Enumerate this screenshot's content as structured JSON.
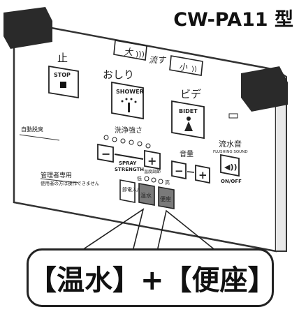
{
  "model": "CW-PA11 型",
  "buttons": {
    "big": "大",
    "flush": "流す",
    "small": "小",
    "stop_jp": "止",
    "stop_en": "STOP",
    "shower_jp": "おしり",
    "shower_en": "SHOWER",
    "bidet_jp": "ビデ",
    "bidet_en": "BIDET",
    "strength_jp": "洗浄強さ",
    "strength_en_1": "SPRAY",
    "strength_en_2": "STRENGTH",
    "volume_jp": "音量",
    "sound_jp": "流水音",
    "sound_en": "FLUSHING SOUND",
    "sound_onoff": "ON/OFF",
    "minus": "−",
    "plus": "+",
    "auto_deodor": "自動脱臭",
    "admin_1": "管理者専用",
    "admin_2": "使用者の方は操作できません",
    "admin_btn": "節電入/切",
    "warm_water": "温水",
    "seat": "便座",
    "temp_low": "低",
    "temp_high": "高",
    "temp_label": "温度調節"
  },
  "callout": "【温水】+【便座】",
  "colors": {
    "panel": "#f5f5f5",
    "dark_block": "#2a2a2a",
    "highlight_button": "#7a7a7a"
  }
}
